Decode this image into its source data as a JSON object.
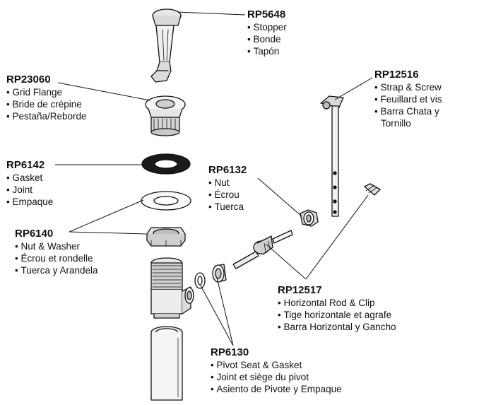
{
  "parts": [
    {
      "id": "stopper",
      "code": "RP5648",
      "lines": [
        "Stopper",
        "Bonde",
        "Tapón"
      ]
    },
    {
      "id": "grid-flange",
      "code": "RP23060",
      "lines": [
        "Grid Flange",
        "Bride de crépine",
        "Pestaña/Reborde"
      ]
    },
    {
      "id": "gasket",
      "code": "RP6142",
      "lines": [
        "Gasket",
        "Joint",
        "Empaque"
      ]
    },
    {
      "id": "nut-washer",
      "code": "RP6140",
      "lines": [
        "Nut & Washer",
        "Écrou et rondelle",
        "Tuerca y Arandela"
      ]
    },
    {
      "id": "strap-screw",
      "code": "RP12516",
      "lines": [
        "Strap & Screw",
        "Feuillard et vis",
        "Barra Chata y Tornillo"
      ]
    },
    {
      "id": "nut",
      "code": "RP6132",
      "lines": [
        "Nut",
        "Écrou",
        "Tuerca"
      ]
    },
    {
      "id": "rod-clip",
      "code": "RP12517",
      "lines": [
        "Horizontal Rod & Clip",
        "Tige horizontale et agrafe",
        "Barra Horizontal y Gancho"
      ]
    },
    {
      "id": "pivot-seat",
      "code": "RP6130",
      "lines": [
        "Pivot Seat & Gasket",
        "Joint et siège du pivot",
        "Asiento de Pivote y Empaque"
      ]
    }
  ],
  "colors": {
    "ink": "#111111",
    "part_fill": "#f2f2f2",
    "part_shade": "#bdbdbd",
    "gasket": "#1a1a1a"
  }
}
